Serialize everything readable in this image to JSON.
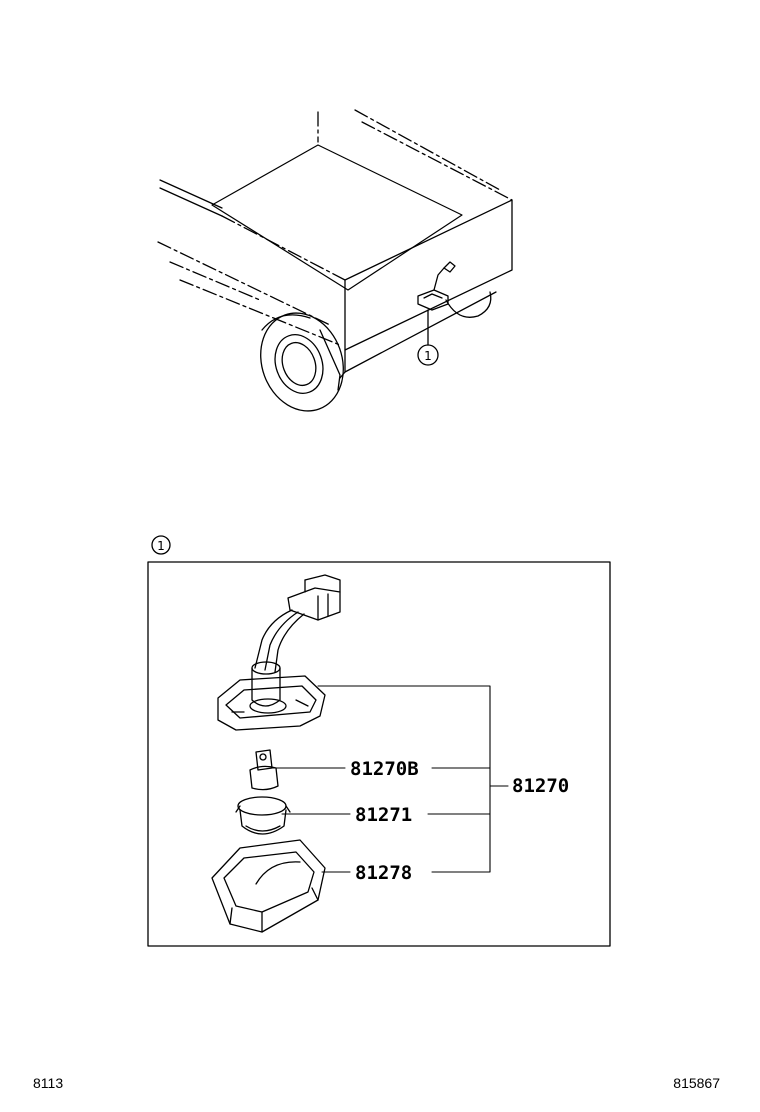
{
  "diagram": {
    "callout_marker": "1",
    "inset_marker": "1",
    "parts": [
      {
        "id": "81270B"
      },
      {
        "id": "81271"
      },
      {
        "id": "81278"
      }
    ],
    "assembly": "81270"
  },
  "footer": {
    "left": "8113",
    "right": "815867"
  }
}
